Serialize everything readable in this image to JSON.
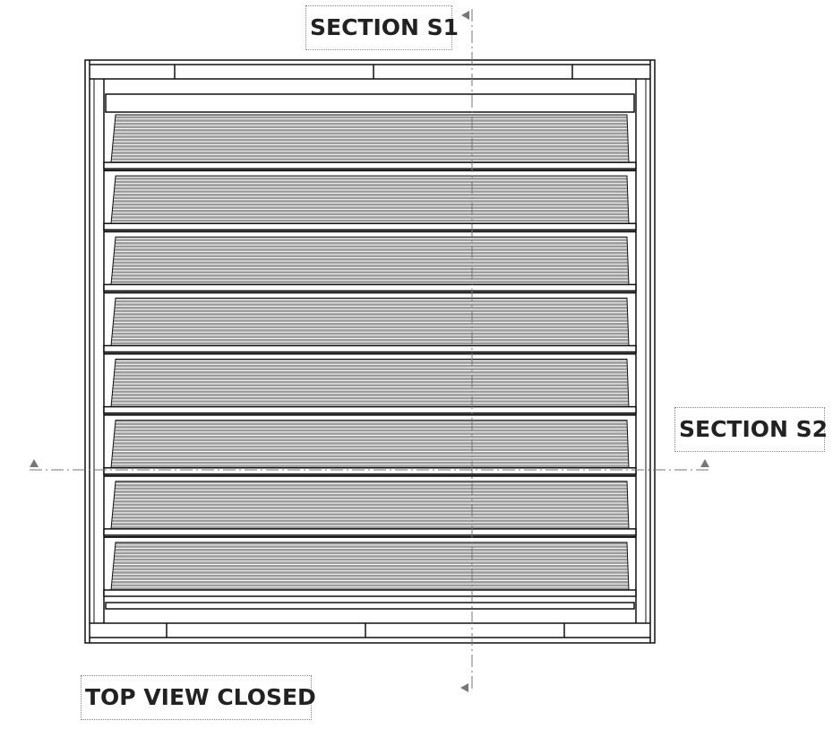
{
  "labels": {
    "section_s1": "SECTION S1",
    "section_s2": "SECTION S2",
    "view_title": "TOP VIEW CLOSED"
  },
  "drawing": {
    "blade_count": 8,
    "line_color": "#111111",
    "blade_fill": "#9a9a9a",
    "section_line_color": "#777777"
  }
}
